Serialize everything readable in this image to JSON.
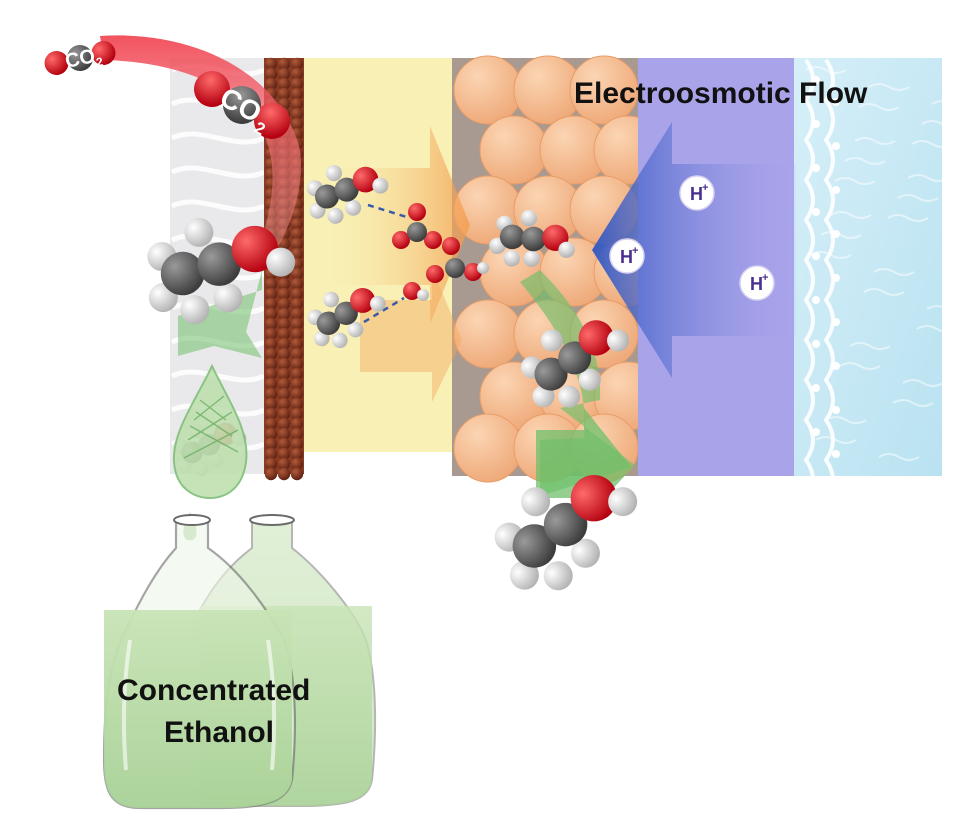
{
  "labels": {
    "flow_title": "Electroosmotic Flow",
    "product_line1": "Concentrated",
    "product_line2": "Ethanol"
  },
  "co2": {
    "small": {
      "main": "CO",
      "sub": "2"
    },
    "large": {
      "main": "CO",
      "sub": "2"
    }
  },
  "ions": [
    {
      "main": "H",
      "sup": "+"
    },
    {
      "main": "H",
      "sup": "+"
    },
    {
      "main": "H",
      "sup": "+"
    }
  ],
  "colors": {
    "gas_diffusion": "#e9e9ec",
    "catalyst": "#8a3a22",
    "electrolyte": "#f8f0b4",
    "particles": "#f5be92",
    "membrane": "#a9a3ea",
    "anode": "#cdeaf5",
    "proton_arrow": "#3b5fc4",
    "product_arrow": "#6fbf6a",
    "co2_arrow": "#f0505a",
    "ethanol_liquid": "#b9dba6"
  }
}
